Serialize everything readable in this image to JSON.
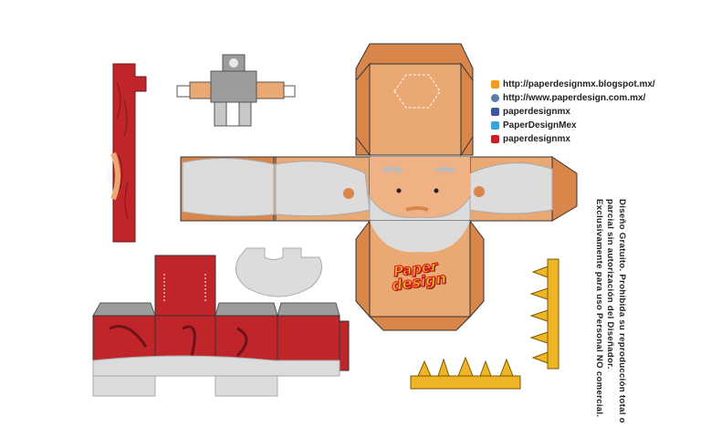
{
  "links": [
    {
      "icon": "blogger-icon",
      "color": "#f39a21",
      "text": "http://paperdesignmx.blogspot.mx/"
    },
    {
      "icon": "globe-icon",
      "color": "#5a7ea6",
      "text": "http://www.paperdesign.com.mx/"
    },
    {
      "icon": "facebook-icon",
      "color": "#3b5998",
      "text": "paperdesignmx"
    },
    {
      "icon": "twitter-icon",
      "color": "#3aa4d8",
      "text": "PaperDesignMex"
    },
    {
      "icon": "pinterest-icon",
      "color": "#cb2027",
      "text": "paperdesignmx"
    }
  ],
  "note": {
    "line1": "Diseño Gratuito.  Prohibida su reproducción total o",
    "line2": "parcial  sin  autorización  del  Diseñador.",
    "line3": "Exclusivamente para uso Personal NO comercial."
  },
  "logo": {
    "line1": "Paper",
    "line2": "design"
  },
  "colors": {
    "skin": "#eaa873",
    "skin_dark": "#d9864a",
    "red": "#c0252a",
    "beard": "#dcdcdc",
    "gold": "#f0b526"
  }
}
